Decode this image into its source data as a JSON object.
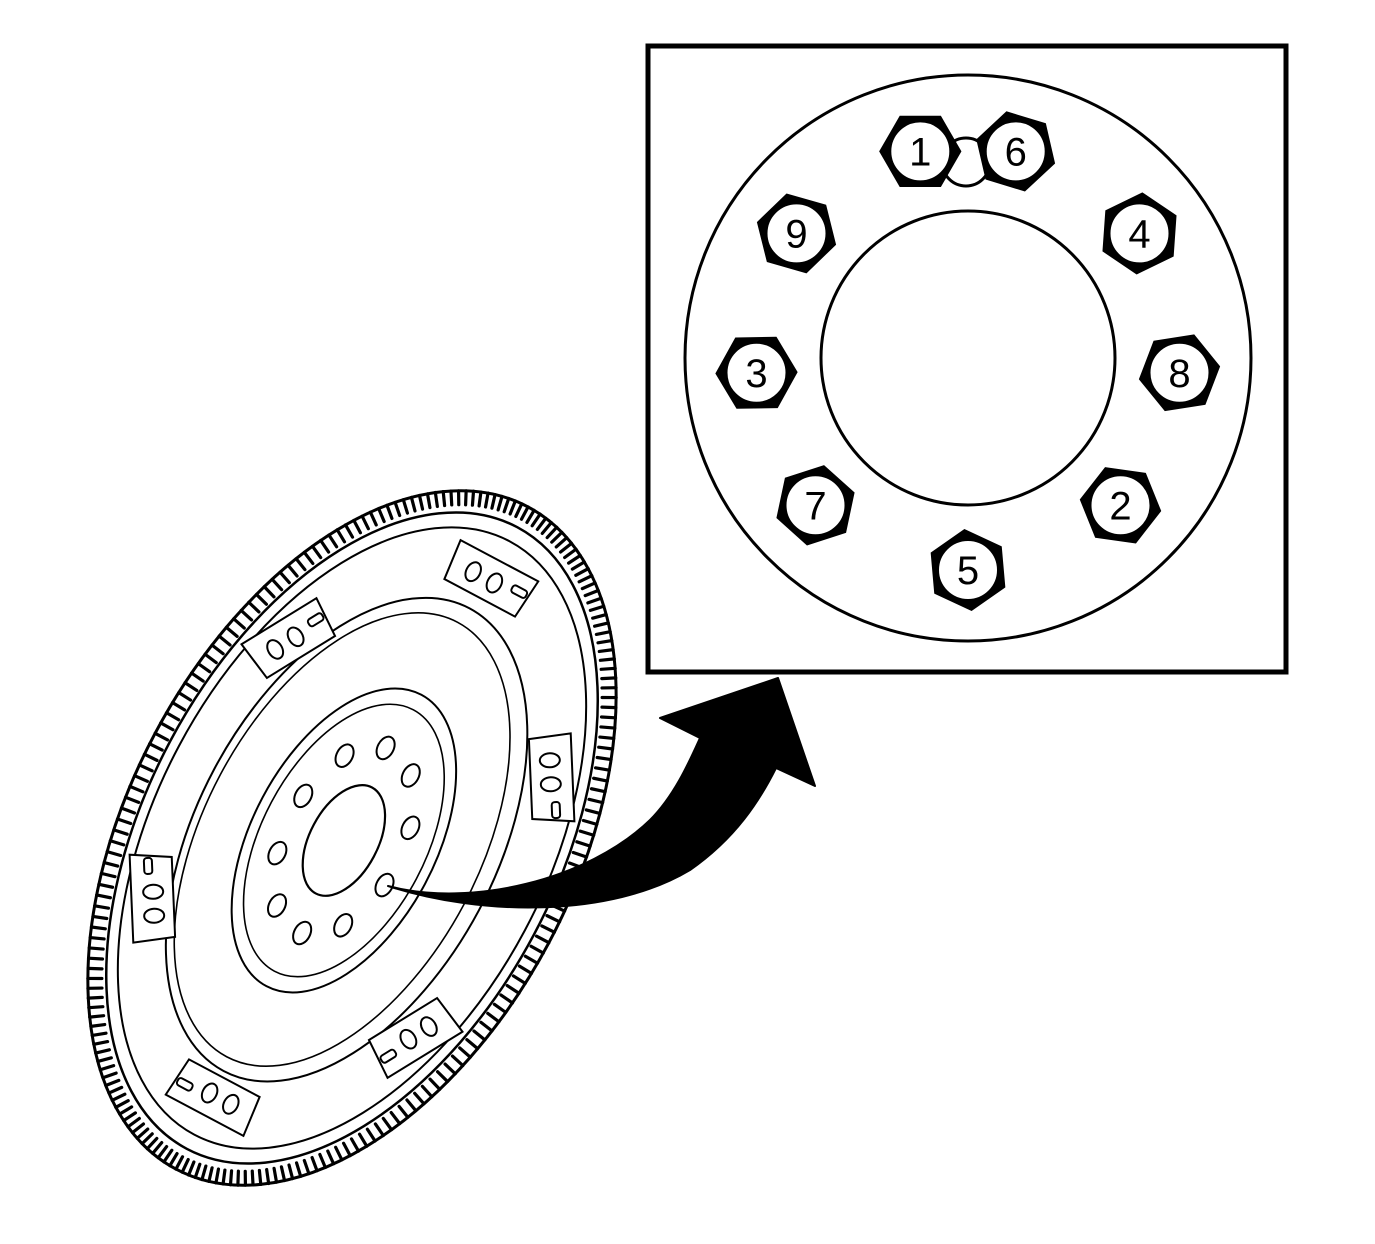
{
  "figure": {
    "subject": "flywheel bolt tightening sequence",
    "inset": {
      "bolts": [
        {
          "label": "1",
          "angle_deg": -103
        },
        {
          "label": "6",
          "angle_deg": -77
        },
        {
          "label": "4",
          "angle_deg": -36
        },
        {
          "label": "8",
          "angle_deg": 4
        },
        {
          "label": "2",
          "angle_deg": 44
        },
        {
          "label": "5",
          "angle_deg": 90
        },
        {
          "label": "7",
          "angle_deg": 136
        },
        {
          "label": "3",
          "angle_deg": 176
        },
        {
          "label": "9",
          "angle_deg": -144
        }
      ],
      "locator_hole": "plain hole between bolts 1 and 6"
    },
    "colors": {
      "ink": "#000000",
      "paper": "#ffffff"
    }
  }
}
